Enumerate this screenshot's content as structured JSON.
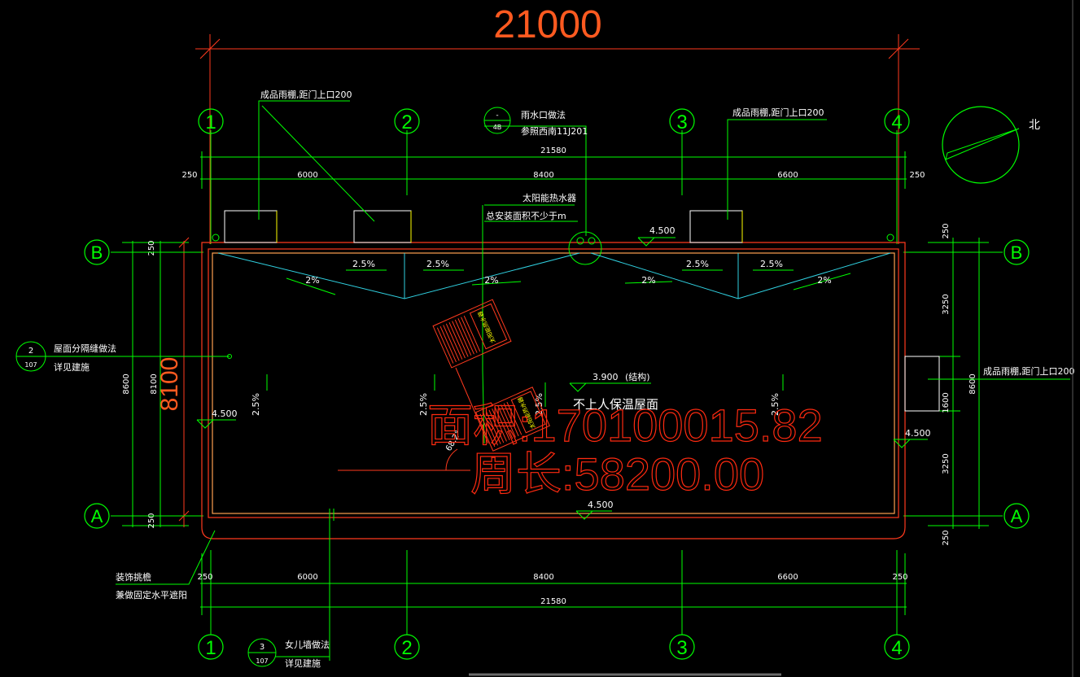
{
  "colors": {
    "background": "#000000",
    "dimension": "#00ff00",
    "structure": "#ff3a1e",
    "boundary": "#ffa050",
    "slope": "#30d0e0",
    "annotation": "#ffffff",
    "axis_bubble": "#00ff00",
    "overlay_text": "#ff2a10",
    "yellow": "#ffff00"
  },
  "dimensions": {
    "overall_top": "21000",
    "total_width": "21580",
    "edge": "250",
    "span_1_2": "6000",
    "span_2_3": "8400",
    "span_3_4": "6600",
    "left_outer": "8600",
    "left_inner": "8100",
    "left_big": "8100",
    "right_total": "8600",
    "right_upper": "3250",
    "right_mid": "1600",
    "right_lower": "3250"
  },
  "axes": {
    "grid_1": "1",
    "grid_2": "2",
    "grid_3": "3",
    "grid_4": "4",
    "grid_a": "A",
    "grid_b": "B"
  },
  "notes": {
    "canopy_left": "成品雨棚,距门上口200",
    "canopy_right": "成品雨棚,距门上口200",
    "canopy_side": "成品雨棚,距门上口200",
    "drain_title": "雨水口做法",
    "drain_ref": "参照西南11J201",
    "drain_bubble_top": "-",
    "drain_bubble_bottom": "4B",
    "solar_title": "太阳能热水器",
    "solar_area": "总安装面积不少于m",
    "solar_panel_label": "太阳能热水器",
    "roof_type": "不上人保温屋面",
    "structure_level": "3.900",
    "structure_note": "(结构)",
    "partition_title": "屋面分隔缝做法",
    "partition_detail": "详见建施",
    "partition_bubble_top": "2",
    "partition_bubble_bottom": "107",
    "parapet_title": "女儿墙做法",
    "parapet_detail": "详见建施",
    "parapet_bubble_top": "3",
    "parapet_bubble_bottom": "107",
    "eave_title": "装饰挑檐",
    "eave_detail": "兼做固定水平遮阳",
    "north": "北",
    "slope_25_a": "2.5%",
    "slope_25_b": "2.5%",
    "slope_25_c": "2.5%",
    "slope_25_d": "2.5%",
    "slope_2_a": "2%",
    "slope_2_b": "2%",
    "slope_2_c": "2%",
    "slope_2_d": "2%",
    "slope_v_left": "2.5%",
    "slope_v_mid1": "2.5%",
    "slope_v_mid2": "2.5%",
    "slope_v_right": "2.5%",
    "level_top": "4.500",
    "level_left": "4.500",
    "level_right": "4.500",
    "level_bottom": "4.500",
    "angle": "68.2°"
  },
  "overlay": {
    "area": "面积:170100015.82",
    "perimeter": "周长:58200.00"
  }
}
